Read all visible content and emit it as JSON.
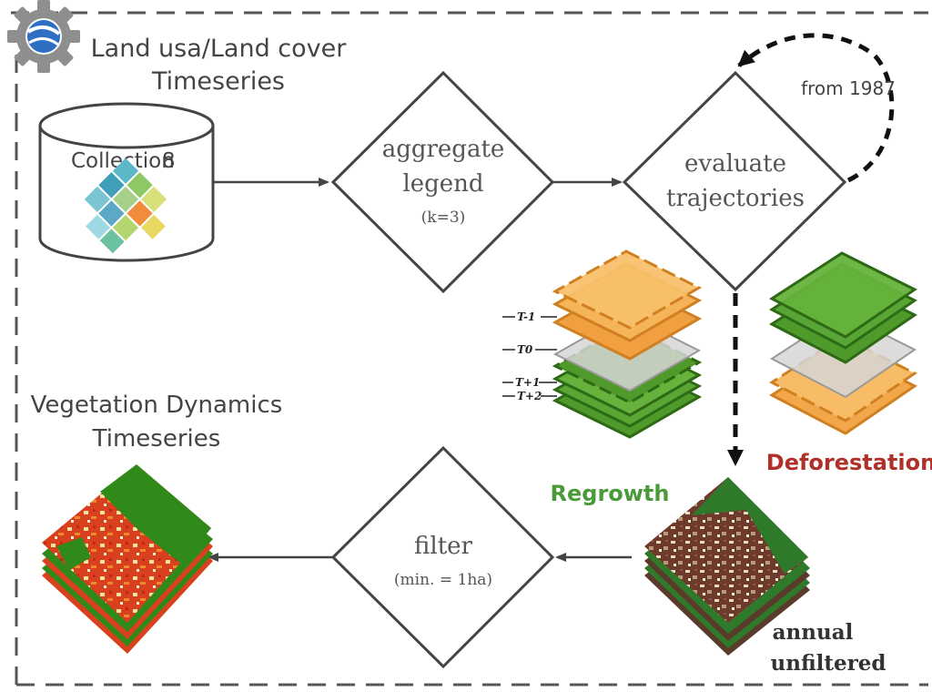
{
  "header": {
    "title_line1": "Land usa/Land cover",
    "title_line2": "Timeseries"
  },
  "database": {
    "label": "Collection",
    "number": "8"
  },
  "step_aggregate": {
    "line1": "aggregate",
    "line2": "legend",
    "param": "(k=3)"
  },
  "step_evaluate": {
    "line1": "evaluate",
    "line2": "trajectories",
    "loop_label": "from 1987"
  },
  "trajectory_labels": {
    "t_minus_1": "T-1",
    "t0": "T0",
    "t_plus_1": "T+1",
    "t_plus_2": "T+2"
  },
  "outcomes": {
    "regrowth": "Regrowth",
    "deforestation": "Deforestation"
  },
  "step_filter": {
    "line1": "filter",
    "param": "(min. = 1ha)"
  },
  "unfiltered": {
    "line1": "annual",
    "line2": "unfiltered"
  },
  "output": {
    "title_line1": "Vegetation Dynamics",
    "title_line2": "Timeseries"
  },
  "colors": {
    "frame": "#555555",
    "arrow": "#444444",
    "regrowth": "#4a9a3a",
    "deforestation": "#b0302a",
    "layer_orange": "#f2a84a",
    "layer_green": "#4f9a2a",
    "layer_grey": "#c8c8c8"
  }
}
